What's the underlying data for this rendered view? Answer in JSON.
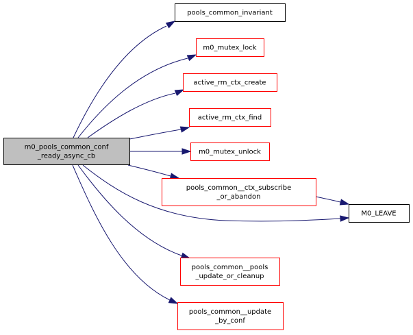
{
  "diagram": {
    "type": "call-graph",
    "root": {
      "id": "root",
      "lines": [
        "m0_pools_common_conf",
        "_ready_async_cb"
      ],
      "style": "root"
    },
    "nodes": [
      {
        "id": "pools_common_invariant",
        "lines": [
          "pools_common_invariant"
        ],
        "style": "plain"
      },
      {
        "id": "m0_mutex_lock",
        "lines": [
          "m0_mutex_lock"
        ],
        "style": "truncated"
      },
      {
        "id": "active_rm_ctx_create",
        "lines": [
          "active_rm_ctx_create"
        ],
        "style": "truncated"
      },
      {
        "id": "active_rm_ctx_find",
        "lines": [
          "active_rm_ctx_find"
        ],
        "style": "truncated"
      },
      {
        "id": "m0_mutex_unlock",
        "lines": [
          "m0_mutex_unlock"
        ],
        "style": "truncated"
      },
      {
        "id": "ctx_subscribe",
        "lines": [
          "pools_common__ctx_subscribe",
          "_or_abandon"
        ],
        "style": "truncated"
      },
      {
        "id": "M0_LEAVE",
        "lines": [
          "M0_LEAVE"
        ],
        "style": "plain"
      },
      {
        "id": "pools_update",
        "lines": [
          "pools_common__pools",
          "_update_or_cleanup"
        ],
        "style": "truncated"
      },
      {
        "id": "update_by_conf",
        "lines": [
          "pools_common__update",
          "_by_conf"
        ],
        "style": "truncated"
      }
    ],
    "edges": [
      {
        "from": "root",
        "to": "pools_common_invariant"
      },
      {
        "from": "root",
        "to": "m0_mutex_lock"
      },
      {
        "from": "root",
        "to": "active_rm_ctx_create"
      },
      {
        "from": "root",
        "to": "active_rm_ctx_find"
      },
      {
        "from": "root",
        "to": "m0_mutex_unlock"
      },
      {
        "from": "root",
        "to": "ctx_subscribe"
      },
      {
        "from": "root",
        "to": "M0_LEAVE"
      },
      {
        "from": "root",
        "to": "pools_update"
      },
      {
        "from": "root",
        "to": "update_by_conf"
      },
      {
        "from": "ctx_subscribe",
        "to": "M0_LEAVE"
      }
    ],
    "colors": {
      "edge": "#191970",
      "root_fill": "#bfbfbf",
      "root_border": "#000000",
      "plain_border": "#000000",
      "truncated_border": "#ff0000",
      "node_fill": "#ffffff",
      "text": "#000000"
    }
  }
}
